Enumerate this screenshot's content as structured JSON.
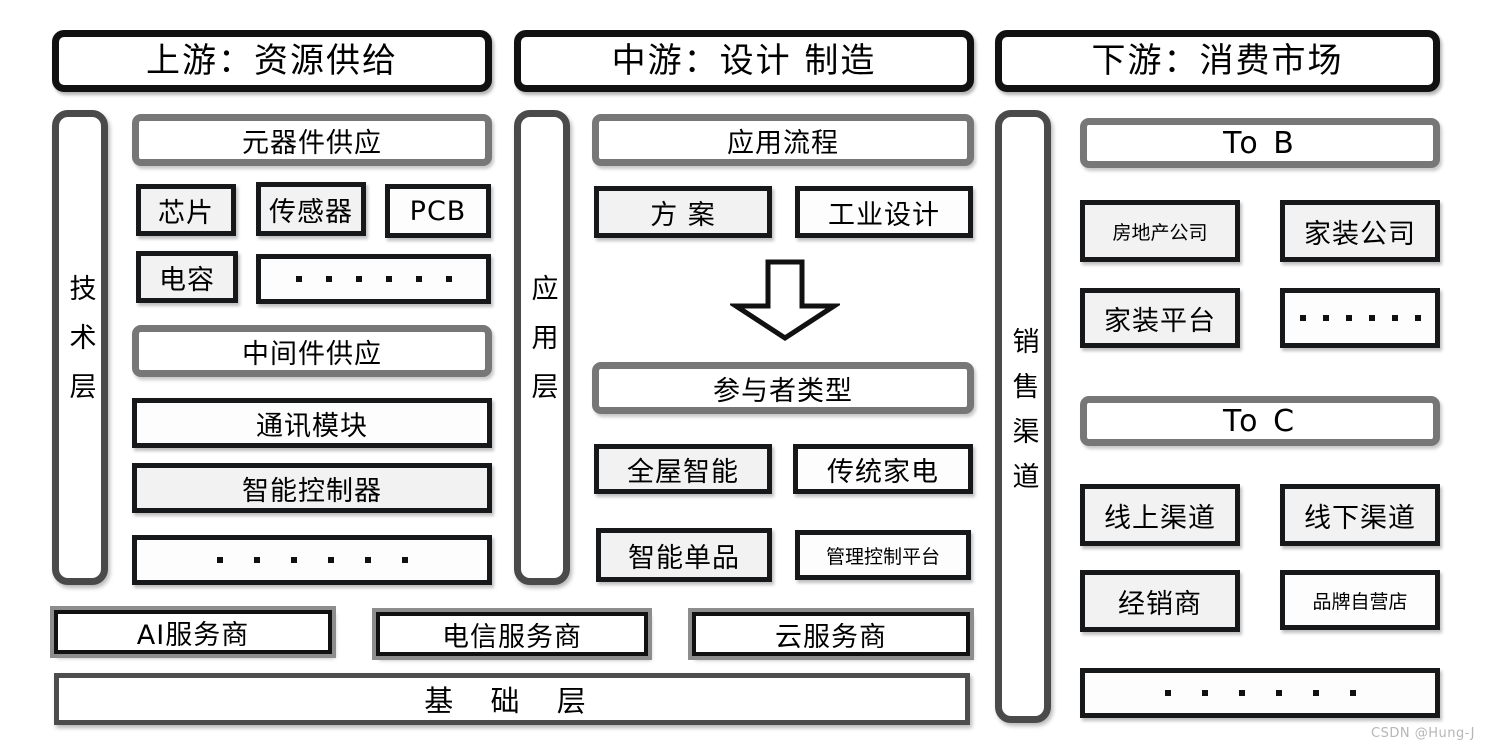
{
  "diagram": {
    "title_note": "Smart home industry chain diagram",
    "watermark": "CSDN @Hung-J"
  },
  "columns": [
    {
      "id": "upstream",
      "title": "上游：资源供给",
      "rail_label": "技术层"
    },
    {
      "id": "midstream",
      "title": "中游：设计 制造",
      "rail_label": "应用层"
    },
    {
      "id": "downstream",
      "title": "下游：消费市场",
      "rail_label": "销售渠道"
    }
  ],
  "upstream": {
    "component_supply_header": "元器件供应",
    "components": [
      "芯片",
      "传感器",
      "PCB",
      "电容"
    ],
    "components_more": "......",
    "middleware_header": "中间件供应",
    "middleware": [
      "通讯模块",
      "智能控制器"
    ],
    "middleware_more": "......"
  },
  "midstream": {
    "application_flow_header": "应用流程",
    "flow_items": [
      "方 案",
      "工业设计"
    ],
    "arrow": "down-arrow",
    "participant_header": "参与者类型",
    "participants": [
      "全屋智能",
      "传统家电",
      "智能单品",
      "管理控制平台"
    ]
  },
  "downstream": {
    "tob_header": "To B",
    "tob_items": [
      "房地产公司",
      "家装公司",
      "家装平台"
    ],
    "tob_more": "......",
    "toc_header": "To C",
    "toc_items": [
      "线上渠道",
      "线下渠道",
      "经销商",
      "品牌自营店"
    ],
    "toc_more": "......"
  },
  "foundation": {
    "services": [
      "AI服务商",
      "电信服务商",
      "云服务商"
    ],
    "base_layer": "基 础 层"
  },
  "colors": {
    "black_border": "#111111",
    "gray_border": "#777777",
    "rail_border": "#4a4a4a",
    "box_fill": "#f2f2f2",
    "page_bg": "#ffffff",
    "watermark": "#b6b6b6"
  }
}
